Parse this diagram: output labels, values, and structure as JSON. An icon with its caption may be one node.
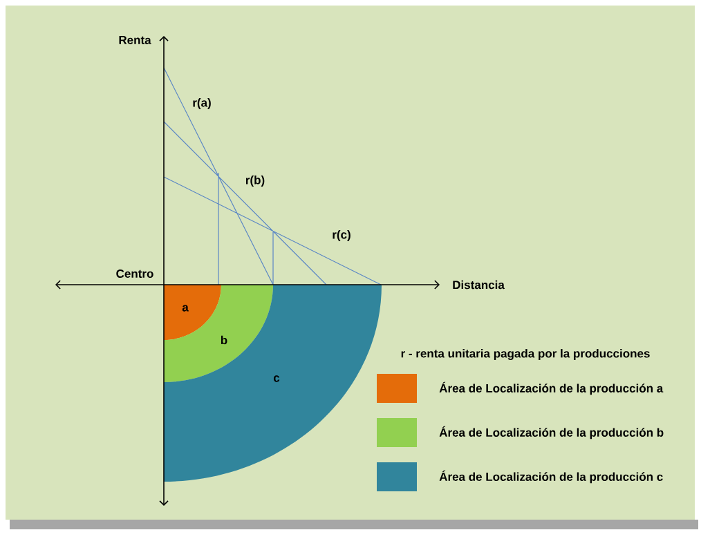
{
  "diagram": {
    "nodes": [
      {
        "text": [
          "a"
        ]
      },
      {
        "text": [
          "b"
        ]
      },
      {
        "text": [
          "c"
        ]
      }
    ],
    "labels": [
      "Renta",
      "r(a)",
      "r(b)",
      "r(c)",
      "Centro",
      "Distancia",
      "r - renta unitaria pagada por la producciones"
    ],
    "legend": [
      {
        "text": "Área de Localización de la producción a",
        "color": "#e46c0a"
      },
      {
        "text": "Área de Localización de la producción b",
        "color": "#92d050"
      },
      {
        "text": "Área de Localización de la producción c",
        "color": "#31859c"
      }
    ]
  }
}
